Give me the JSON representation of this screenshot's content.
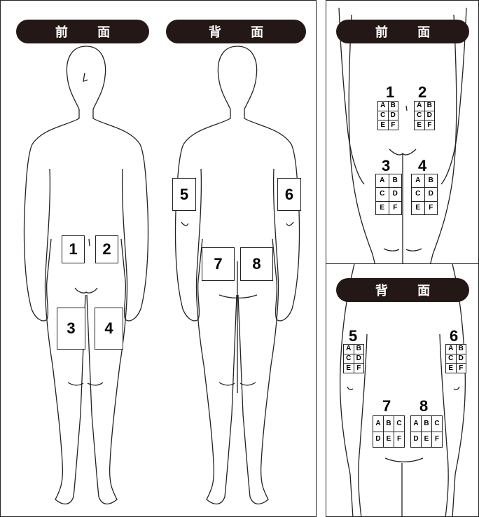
{
  "headers": {
    "front": "前 面",
    "back": "背 面",
    "zoom_front": "前 面",
    "zoom_back": "背 面"
  },
  "sites": {
    "s1": "1",
    "s2": "2",
    "s3": "3",
    "s4": "4",
    "s5": "5",
    "s6": "6",
    "s7": "7",
    "s8": "8"
  },
  "cells": {
    "a": "A",
    "b": "B",
    "c": "C",
    "d": "D",
    "e": "E",
    "f": "F"
  }
}
